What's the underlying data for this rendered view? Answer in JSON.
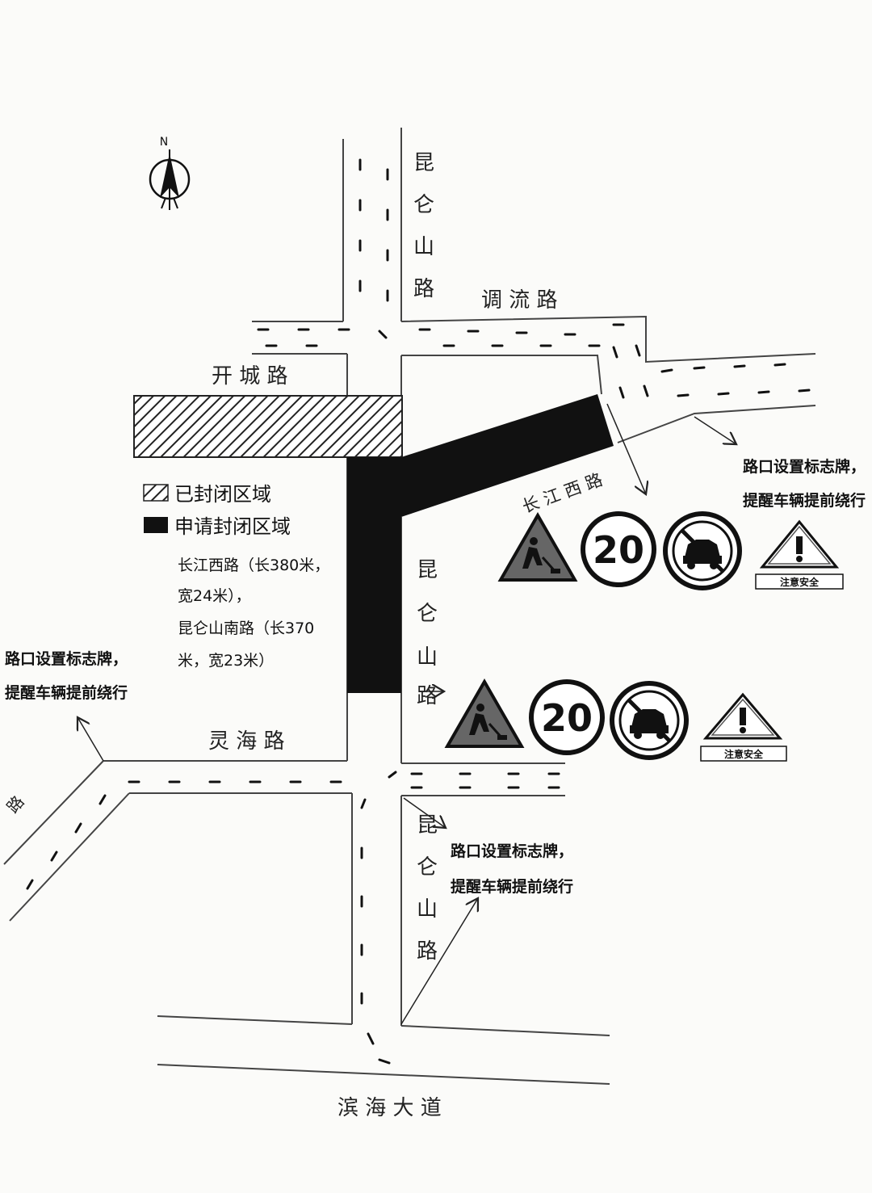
{
  "compass": {
    "north_label": "N",
    "icon": "north-arrow-icon"
  },
  "roads": {
    "kunlunshan_north": [
      "昆",
      "仑",
      "山",
      "路"
    ],
    "tiaoliu": "调 流 路",
    "kaicheng": "开 城 路",
    "changjiang_west": "长 江 西 路",
    "kunlunshan_mid": [
      "昆",
      "仑",
      "山",
      "路"
    ],
    "linghai": "灵 海 路",
    "kunlunshan_south": [
      "昆",
      "仑",
      "山",
      "路"
    ],
    "binhai": "滨 海 大 道",
    "west_partial": "路"
  },
  "legend": {
    "closed_label": "已封闭区域",
    "apply_label": "申请封闭区域",
    "dims": [
      "长江西路（长380米，",
      "宽24米），",
      "昆仑山南路（长370",
      "米，宽23米）"
    ]
  },
  "notes": {
    "note_ne": [
      "路口设置标志牌，",
      "提醒车辆提前绕行"
    ],
    "note_w": [
      "路口设置标志牌，",
      "提醒车辆提前绕行"
    ],
    "note_s": [
      "路口设置标志牌，",
      "提醒车辆提前绕行"
    ]
  },
  "signs": {
    "speed_limit": "20",
    "safety_text": "注意安全",
    "icons": [
      "road-work-icon",
      "speed-limit-icon",
      "no-vehicles-icon",
      "caution-icon"
    ]
  },
  "colors": {
    "closed_fill": "#111111",
    "road_line": "#444444"
  }
}
